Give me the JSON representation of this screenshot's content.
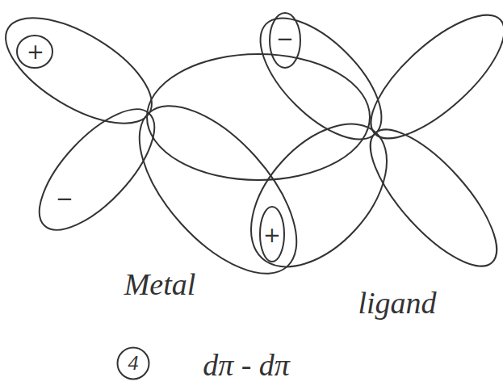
{
  "diagram": {
    "nodes": [
      {
        "text": [
          "4"
        ]
      }
    ],
    "labels": [
      "+",
      "−",
      "−",
      "+",
      "Metal",
      "ligand",
      "dπ - dπ"
    ]
  }
}
